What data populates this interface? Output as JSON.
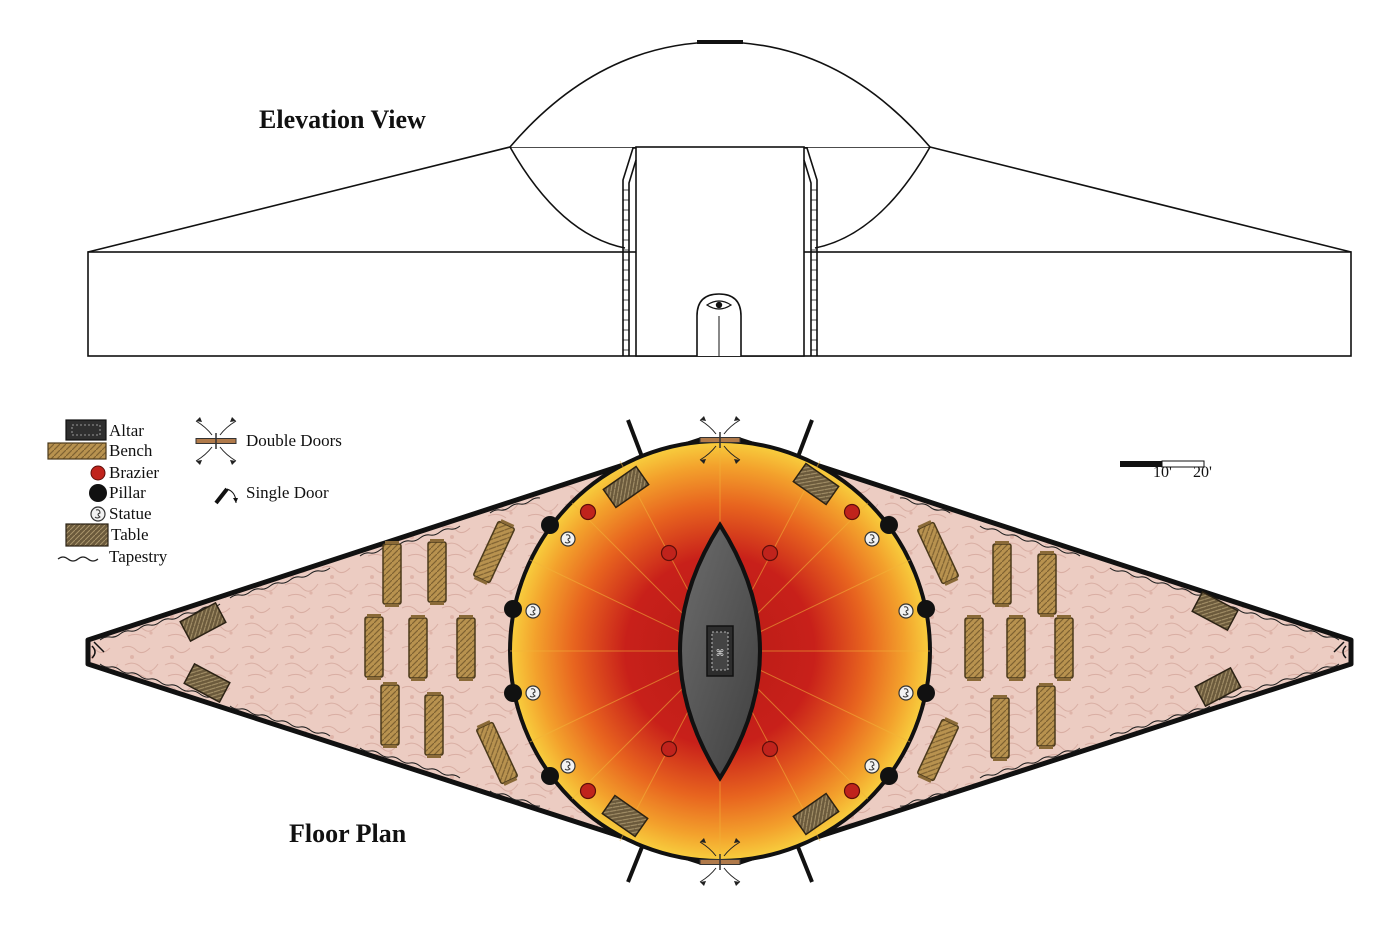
{
  "titles": {
    "elevation": "Elevation View",
    "floor_plan": "Floor Plan"
  },
  "legend": {
    "altar": "Altar",
    "bench": "Bench",
    "brazier": "Brazier",
    "pillar": "Pillar",
    "statue": "Statue",
    "table": "Table",
    "tapestry": "Tapestry",
    "double_doors": "Double Doors",
    "single_door": "Single Door"
  },
  "scale": {
    "label_1": "10'",
    "label_2": "20'"
  },
  "colors": {
    "line": "#111111",
    "floor_outer": "#e9c9c0",
    "floor_outer_speckle": "#d9aea3",
    "inner_hot": "#c8201a",
    "inner_mid": "#e8651f",
    "inner_edge": "#f6c23a",
    "altar_stone": "#5a5a5a",
    "brazier": "#c0231c",
    "pillar": "#111111",
    "bench": "#b8924f",
    "table": "#6b5a3c",
    "door": "#b07a4a"
  },
  "icons": [
    "altar-icon",
    "bench-icon",
    "brazier-icon",
    "pillar-icon",
    "statue-icon",
    "table-icon",
    "tapestry-icon",
    "double-doors-icon",
    "single-door-icon"
  ]
}
